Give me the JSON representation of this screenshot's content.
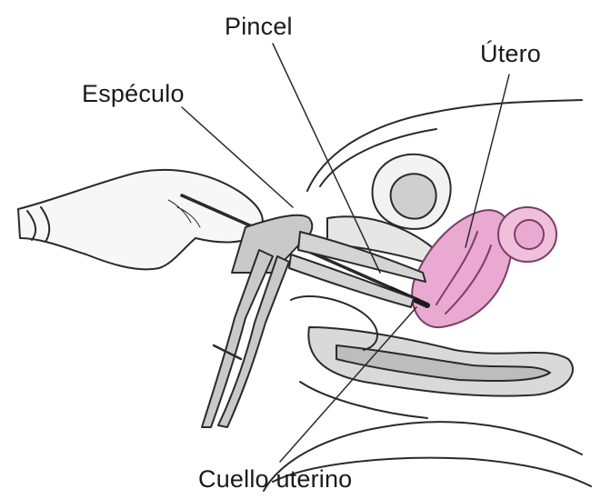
{
  "labels": {
    "pincel": "Pincel",
    "utero": "Útero",
    "especulo": "Espéculo",
    "cuello": "Cuello uterino"
  },
  "colors": {
    "line": "#2a2a2a",
    "uterus_fill": "#e9a9d1",
    "uterus_stroke": "#7a3f66",
    "tissue_fill": "#d9d9d9",
    "background": "#ffffff"
  },
  "icons": {
    "gloved_hand": "gloved-hand-icon",
    "speculum": "speculum-icon",
    "brush": "pap-brush-icon"
  }
}
